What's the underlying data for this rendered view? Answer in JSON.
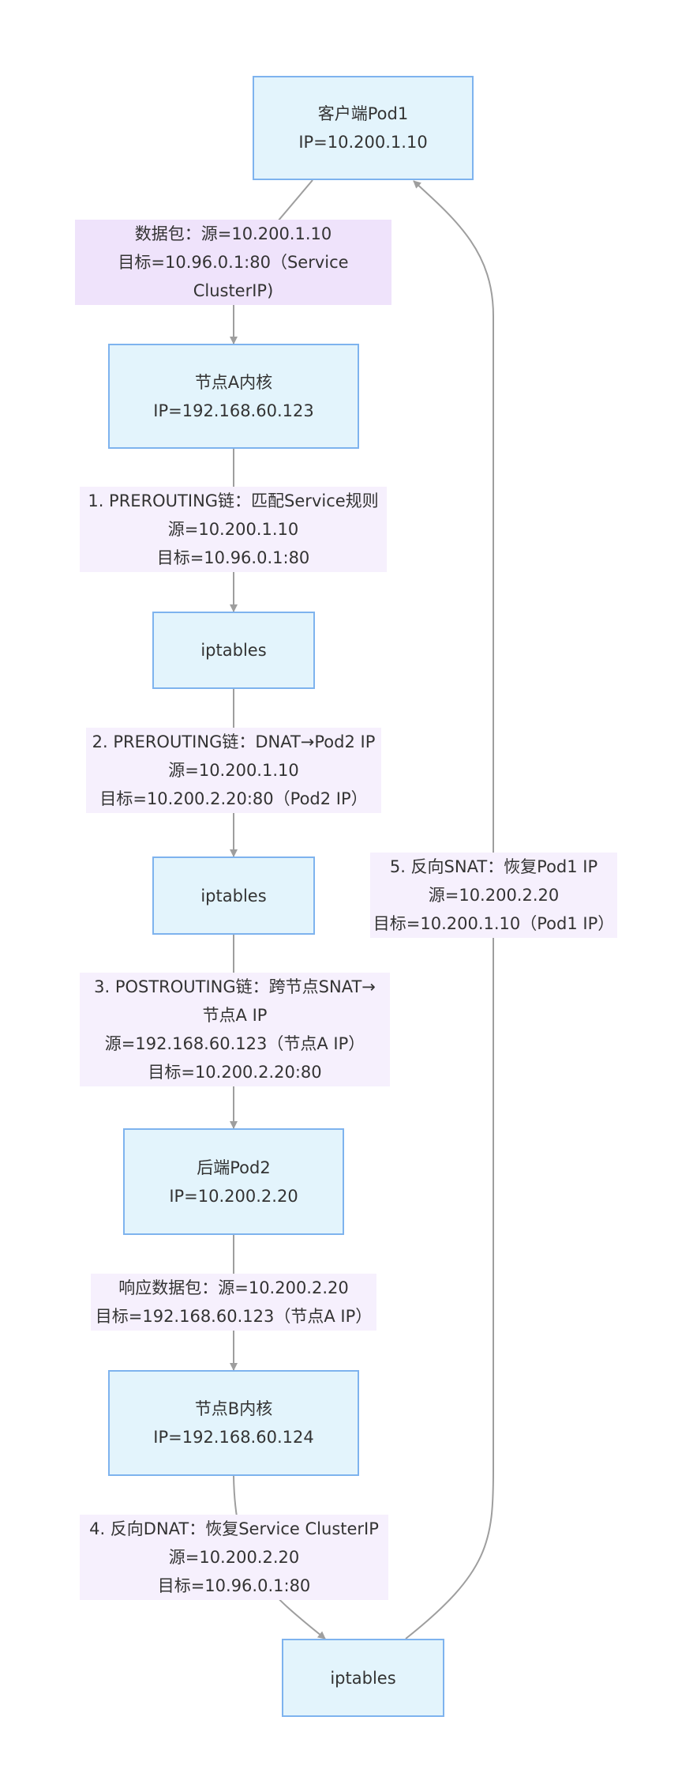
{
  "nodes": {
    "client_pod": {
      "lines": [
        "客户端Pod1",
        "IP=10.200.1.10"
      ]
    },
    "node_a": {
      "lines": [
        "节点A内核",
        "IP=192.168.60.123"
      ]
    },
    "iptables_1": {
      "lines": [
        "iptables"
      ]
    },
    "iptables_2": {
      "lines": [
        "iptables"
      ]
    },
    "backend_pod": {
      "lines": [
        "后端Pod2",
        "IP=10.200.2.20"
      ]
    },
    "node_b": {
      "lines": [
        "节点B内核",
        "IP=192.168.60.124"
      ]
    },
    "iptables_3": {
      "lines": [
        "iptables"
      ]
    }
  },
  "edge_labels": {
    "packet": {
      "lines": [
        "数据包：源=10.200.1.10",
        "目标=10.96.0.1:80（Service",
        "ClusterIP)"
      ]
    },
    "prerouting_match": {
      "lines": [
        "1. PREROUTING链：匹配Service规则",
        "源=10.200.1.10",
        "目标=10.96.0.1:80"
      ]
    },
    "prerouting_dnat": {
      "lines": [
        "2. PREROUTING链：DNAT→Pod2 IP",
        "源=10.200.1.10",
        "目标=10.200.2.20:80（Pod2 IP）"
      ]
    },
    "postrouting_snat": {
      "lines": [
        "3. POSTROUTING链：跨节点SNAT→",
        "节点A IP",
        "源=192.168.60.123（节点A IP）",
        "目标=10.200.2.20:80"
      ]
    },
    "response": {
      "lines": [
        "响应数据包：源=10.200.2.20",
        "目标=192.168.60.123（节点A IP）"
      ]
    },
    "reverse_dnat": {
      "lines": [
        "4. 反向DNAT：恢复Service ClusterIP",
        "源=10.200.2.20",
        "目标=10.96.0.1:80"
      ]
    },
    "reverse_snat": {
      "lines": [
        "5. 反向SNAT：恢复Pod1 IP",
        "源=10.200.2.20",
        "目标=10.200.1.10（Pod1 IP）"
      ]
    }
  },
  "colors": {
    "node_fill": "#e3f4fc",
    "node_border": "#7eb3ee",
    "label_fill": "#f6f0fd",
    "label_fill_strong": "#efe3fb",
    "edge": "#9e9e9e",
    "text": "#333333"
  }
}
